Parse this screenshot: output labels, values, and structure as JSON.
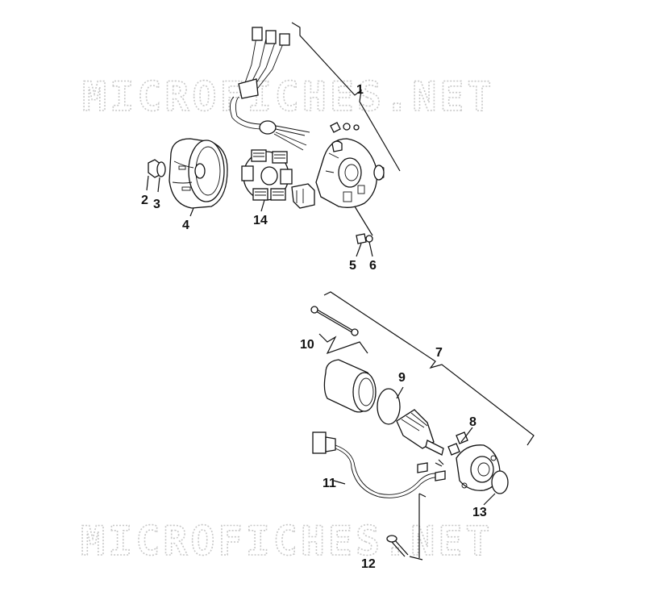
{
  "watermark": {
    "top": "MICROFICHES.NET",
    "bottom": "MICROFICHES.NET"
  },
  "callouts": {
    "c1": "1",
    "c2": "2",
    "c3": "3",
    "c4": "4",
    "c5": "5",
    "c6": "6",
    "c7": "7",
    "c8": "8",
    "c9": "9",
    "c10": "10",
    "c11": "11",
    "c12": "12",
    "c13": "13",
    "c14": "14"
  }
}
